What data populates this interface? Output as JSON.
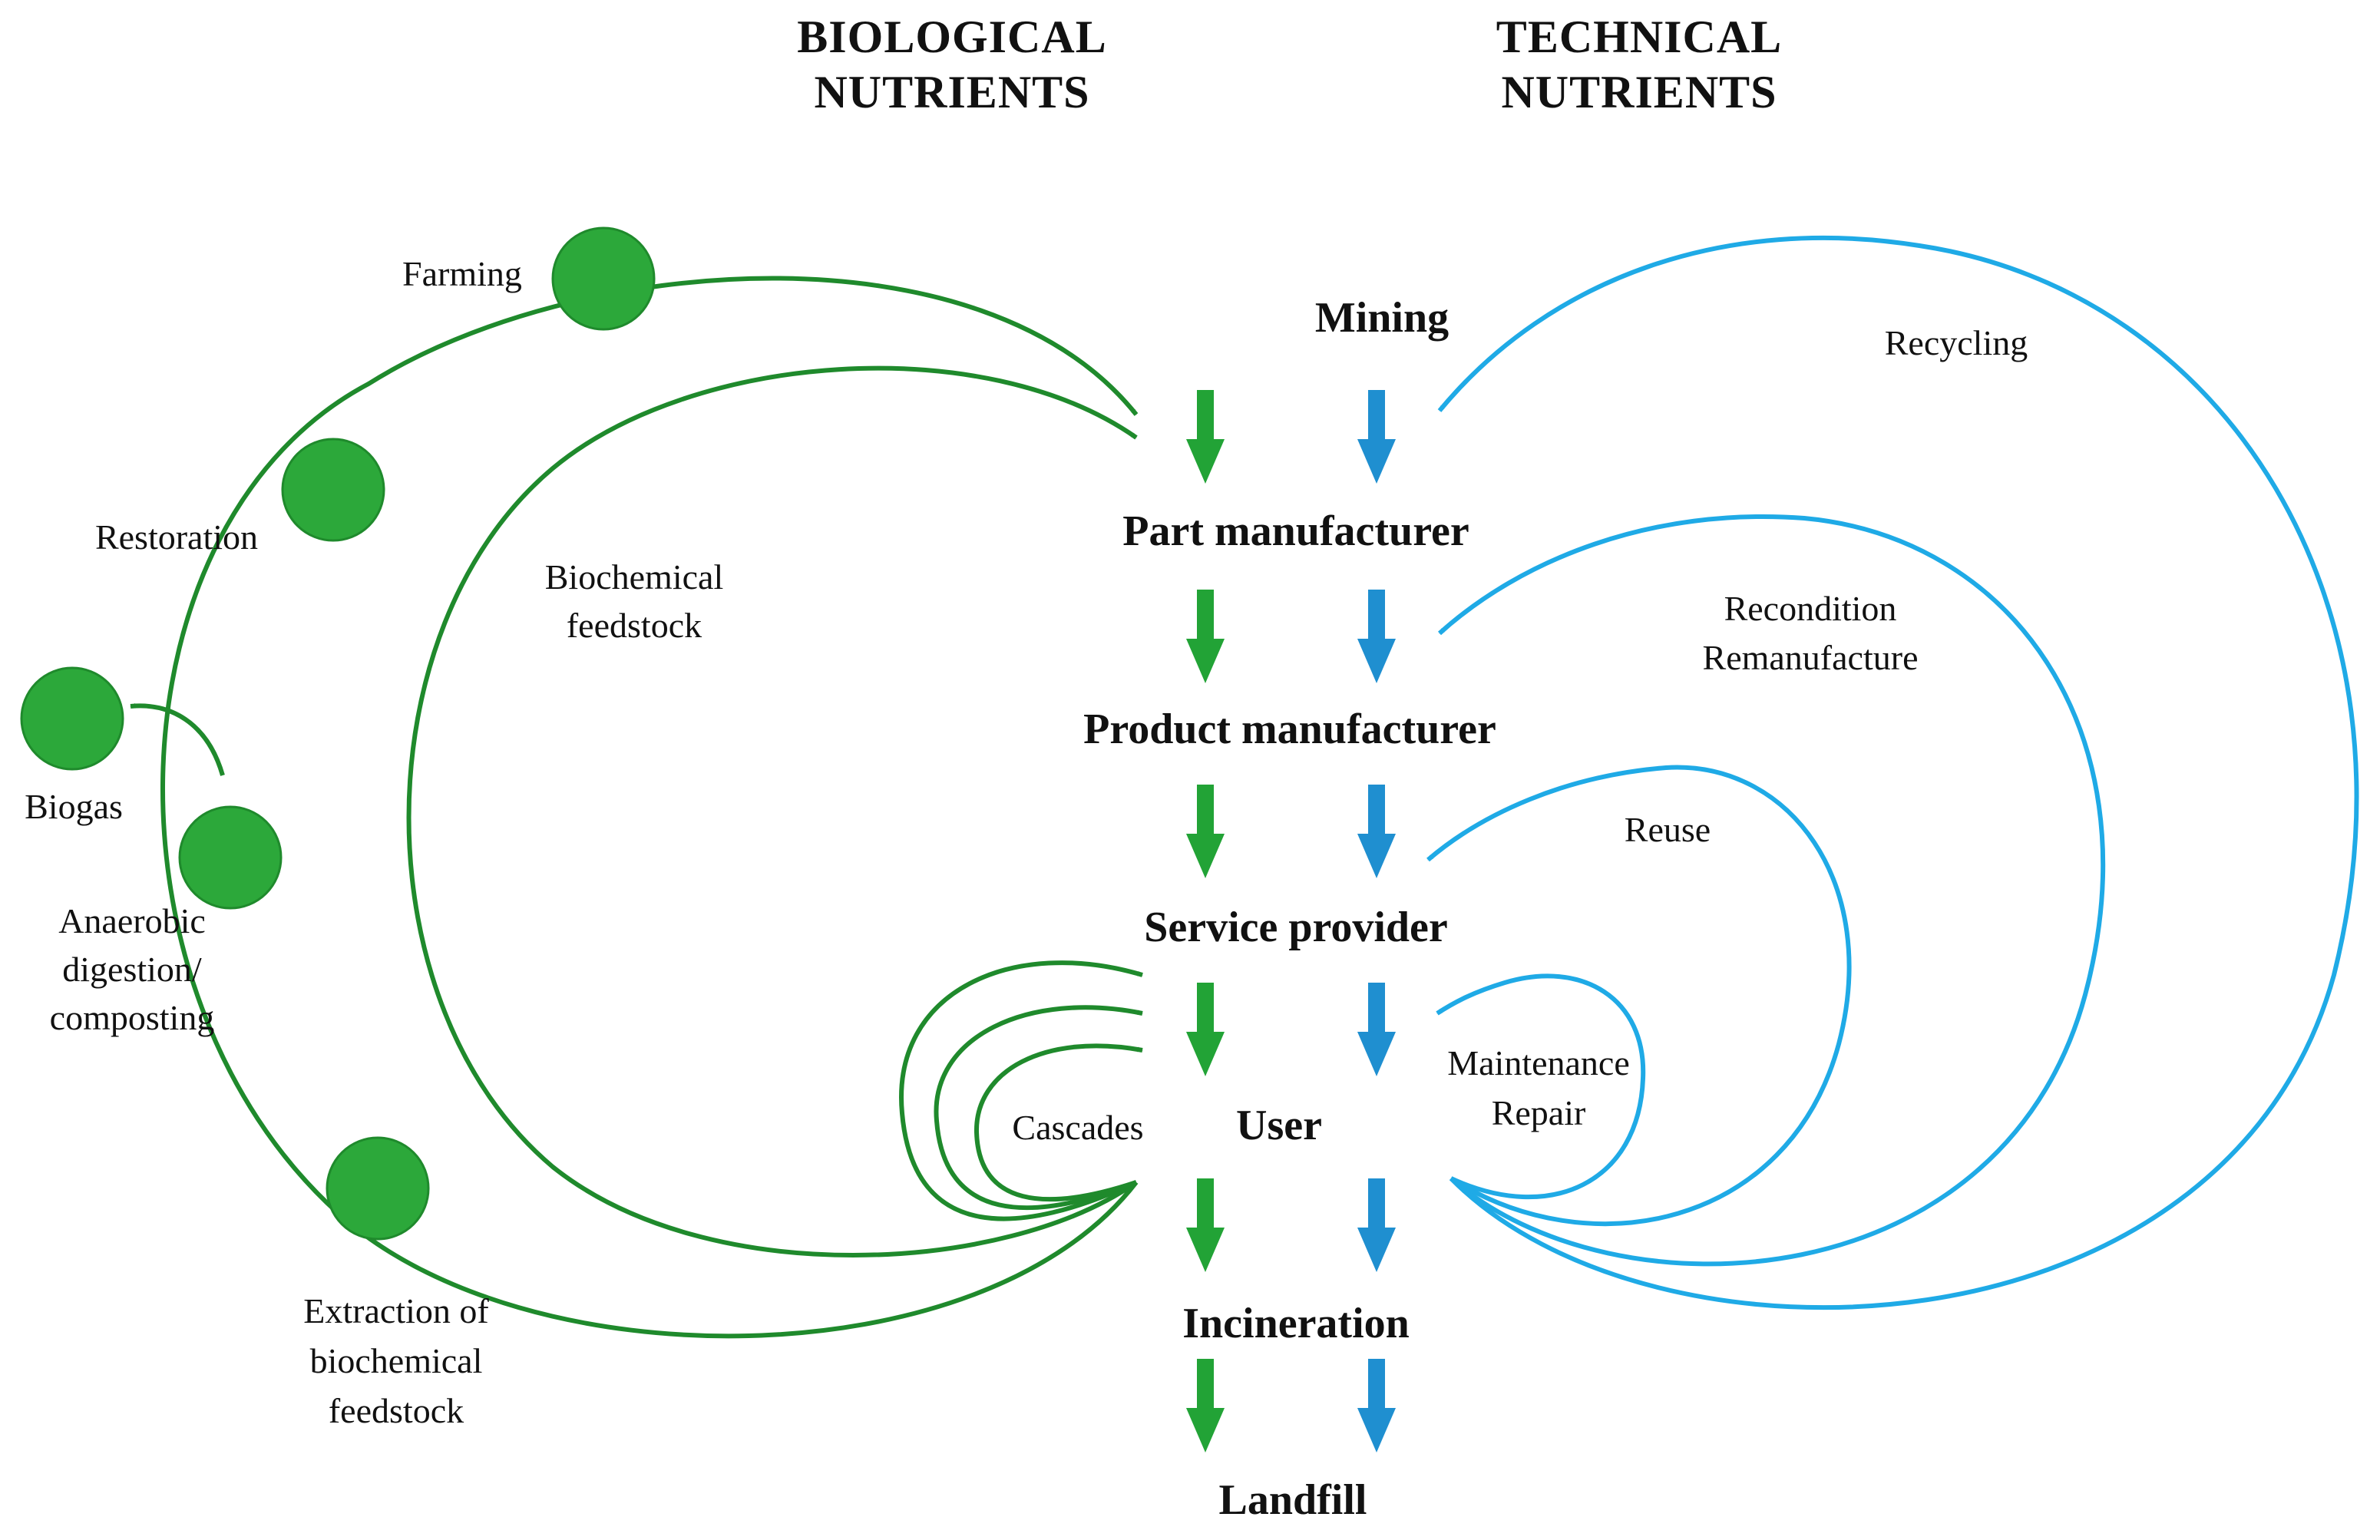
{
  "headers": {
    "biological_line1": "BIOLOGICAL",
    "biological_line2": "NUTRIENTS",
    "technical_line1": "TECHNICAL",
    "technical_line2": "NUTRIENTS"
  },
  "stages": {
    "mining": "Mining",
    "part_manufacturer": "Part manufacturer",
    "product_manufacturer": "Product manufacturer",
    "service_provider": "Service provider",
    "user": "User",
    "incineration": "Incineration",
    "landfill": "Landfill"
  },
  "biological": {
    "farming": "Farming",
    "restoration": "Restoration",
    "biogas": "Biogas",
    "anaerobic_line1": "Anaerobic",
    "anaerobic_line2": "digestion/",
    "anaerobic_line3": "composting",
    "extraction_line1": "Extraction of",
    "extraction_line2": "biochemical",
    "extraction_line3": "feedstock",
    "feedstock_line1": "Biochemical",
    "feedstock_line2": "feedstock",
    "cascades": "Cascades"
  },
  "technical": {
    "recycling": "Recycling",
    "recondition": "Recondition",
    "remanufacture": "Remanufacture",
    "reuse": "Reuse",
    "maintenance": "Maintenance",
    "repair": "Repair"
  },
  "colors": {
    "biological_line": "#1f8a2c",
    "biological_node": "#2ca83a",
    "technical_line": "#1faae6",
    "technical_arrow": "#1f8fd0"
  }
}
